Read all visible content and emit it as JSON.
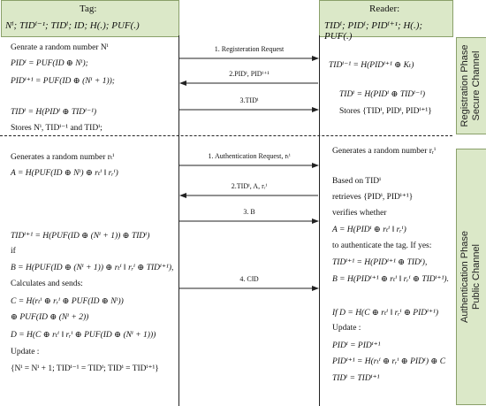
{
  "tag": {
    "title": "Tag:",
    "params": "Nⁱ; TIDⁱ⁻¹; TIDⁱ; ID; H(.); PUF(.)"
  },
  "reader": {
    "title": "Reader:",
    "params": "TIDⁱ; PIDⁱ; PIDⁱ⁺¹; H(.); PUF(.)"
  },
  "phases": {
    "registration": [
      "Registration Phase",
      "Secure Channel"
    ],
    "authentication": [
      "Authentication Phase",
      "Public Channel"
    ]
  },
  "messages": [
    "1. Registeration Request",
    "2.PIDⁱ, PIDⁱ⁺¹",
    "3.TIDⁱ",
    "1. Authentication Request, rₜⁱ",
    "2.TIDⁱ, A, rᵣⁱ",
    "3. B",
    "4. C‖D"
  ],
  "tag_registration": [
    "Genrate a random number Nⁱ",
    "PIDⁱ = PUF(ID ⊕ Nⁱ);",
    "PIDⁱ⁺¹ = PUF(ID ⊕ (Nⁱ + 1));",
    "TIDⁱ = H(PIDⁱ ⊕ TIDⁱ⁻¹)",
    "Stores Nⁱ, TIDⁱ⁻¹ and TIDⁱ;"
  ],
  "reader_registration": [
    "TIDⁱ⁻¹ = H(PIDⁱ⁺¹ ⊕ Kₜ)",
    "TIDⁱ = H(PIDⁱ ⊕ TIDⁱ⁻¹)",
    "Stores {TIDⁱ, PIDⁱ, PIDⁱ⁺¹}"
  ],
  "tag_authentication": [
    "Generates a random number rₜⁱ",
    "A = H(PUF(ID ⊕ Nⁱ) ⊕ rₜⁱ ‖ rᵣⁱ)",
    "TIDⁱ⁺¹ = H(PUF(ID ⊕ (Nⁱ + 1)) ⊕ TIDⁱ)",
    "if",
    "B = H(PUF(ID ⊕ (Nⁱ + 1)) ⊕ rₜⁱ ‖ rᵣⁱ ⊕ TIDⁱ⁺¹),",
    "Calculates and sends:",
    "C = H(rₜⁱ ⊕ rᵣⁱ ⊕ PUF(ID ⊕ Nⁱ))",
    "⊕ PUF(ID ⊕ (Nⁱ + 2))",
    "D = H(C ⊕ rₜⁱ ‖ rᵣⁱ ⊕ PUF(ID ⊕ (Nⁱ + 1)))",
    "Update :",
    "{Nⁱ = Nⁱ + 1; TIDⁱ⁻¹ = TIDⁱ; TIDⁱ = TIDⁱ⁺¹}"
  ],
  "reader_authentication": [
    "Generates a random number rᵣⁱ",
    "Based on TIDⁱ",
    "retrieves {PIDⁱ, PIDⁱ⁺¹}",
    "verifies whether",
    "A = H(PIDⁱ ⊕ rₜⁱ ‖ rᵣⁱ)",
    "to authenticate the tag. If yes:",
    "TIDⁱ⁺¹ = H(PIDⁱ⁺¹ ⊕ TIDⁱ),",
    "B = H(PIDⁱ⁺¹ ⊕ rₜⁱ ‖ rᵣⁱ ⊕ TIDⁱ⁺¹).",
    "If D = H(C ⊕ rₜⁱ ‖ rᵣⁱ ⊕ PIDⁱ⁺¹)",
    "Update :",
    "PIDⁱ = PIDⁱ⁺¹",
    "PIDⁱ⁺¹ = H(rₜⁱ ⊕ rᵣⁱ ⊕ PIDⁱ) ⊕ C",
    "TIDⁱ = TIDⁱ⁺¹"
  ]
}
